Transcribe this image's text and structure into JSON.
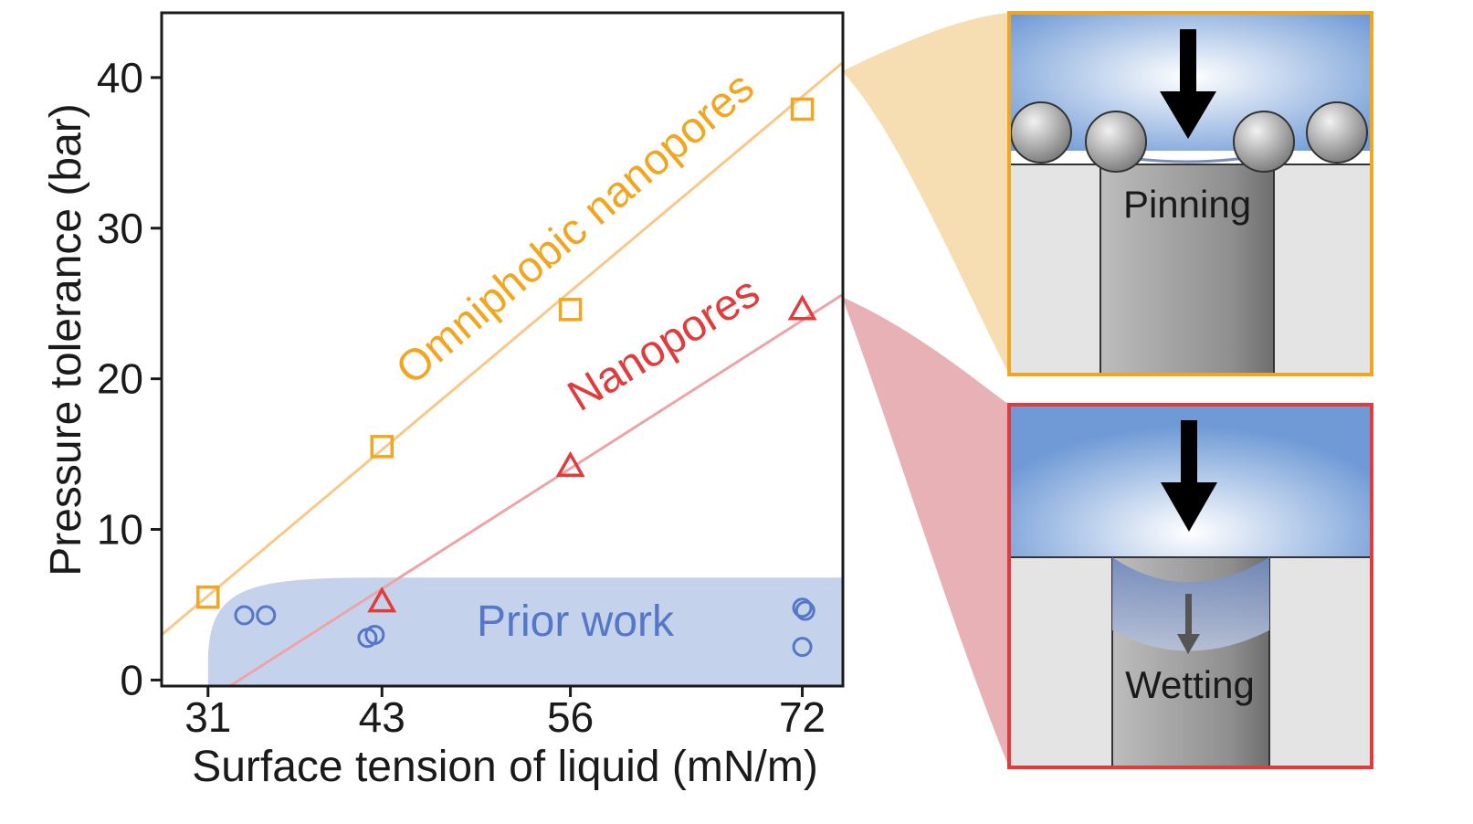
{
  "colors": {
    "omniphobic": "#F2A51E",
    "nanopores": "#E23B3B",
    "prior_work": "#5577C8",
    "prior_region": "#C5D2EC",
    "omni_fit_line": "#F6C88A",
    "nano_fit_line": "#ECA4A8",
    "omni_callout": "#F6DDB2",
    "nano_callout": "#E8B1B6",
    "axis": "#1a1a1a"
  },
  "chart_data": {
    "type": "scatter",
    "xlabel": "Surface tension of liquid (mN/m)",
    "ylabel": "Pressure tolerance (bar)",
    "xticks": [
      "31",
      "43",
      "56",
      "72"
    ],
    "yticks": [
      "0",
      "10",
      "20",
      "30",
      "40"
    ],
    "xlim": [
      27.8,
      74.8
    ],
    "ylim": [
      -0.4,
      44.3
    ],
    "grid": false,
    "series": [
      {
        "name": "Omniphobic nanopores",
        "marker": "square",
        "color": "#F2A51E",
        "points": [
          [
            31,
            5.5
          ],
          [
            43,
            15.5
          ],
          [
            56,
            24.6
          ],
          [
            72,
            37.9
          ]
        ],
        "fit_line": [
          [
            27.8,
            3.0
          ],
          [
            74.8,
            41.0
          ]
        ]
      },
      {
        "name": "Nanopores",
        "marker": "triangle",
        "color": "#E23B3B",
        "points": [
          [
            43,
            5.2
          ],
          [
            56,
            14.2
          ],
          [
            72,
            24.6
          ]
        ],
        "fit_line": [
          [
            32.5,
            -0.4
          ],
          [
            74.8,
            25.6
          ]
        ]
      },
      {
        "name": "Prior work",
        "marker": "circle",
        "color": "#5577C8",
        "points": [
          [
            33.5,
            4.3
          ],
          [
            35,
            4.3
          ],
          [
            42,
            2.8
          ],
          [
            42.5,
            3.0
          ],
          [
            72,
            4.8
          ],
          [
            72.2,
            4.6
          ],
          [
            72,
            2.2
          ]
        ],
        "region_max_y": 6.8
      }
    ]
  },
  "panels": {
    "top_label": "Pinning",
    "bottom_label": "Wetting"
  }
}
